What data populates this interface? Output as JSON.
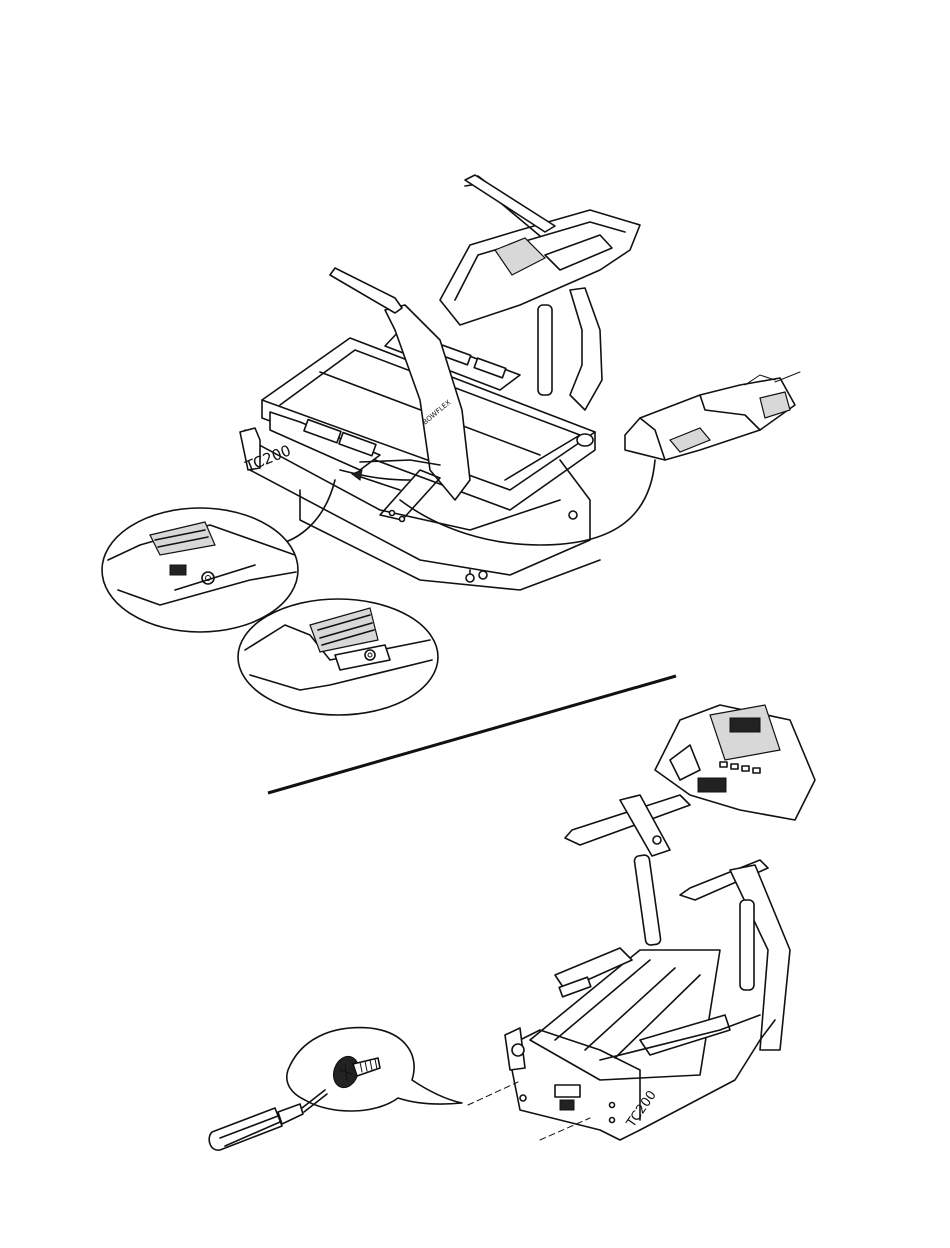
{
  "labels": {
    "model_top": "TC200",
    "model_bottom": "TC200",
    "brand_mark": "BOWFLEX"
  },
  "colors": {
    "line": "#111111",
    "background": "#ffffff",
    "shade": "#d8d8d8"
  },
  "icons": {
    "detail_top": "magnifier-detail-connector",
    "detail_bottom": "magnifier-detail-shroud",
    "callout": "screw-and-screwdriver-callout"
  }
}
